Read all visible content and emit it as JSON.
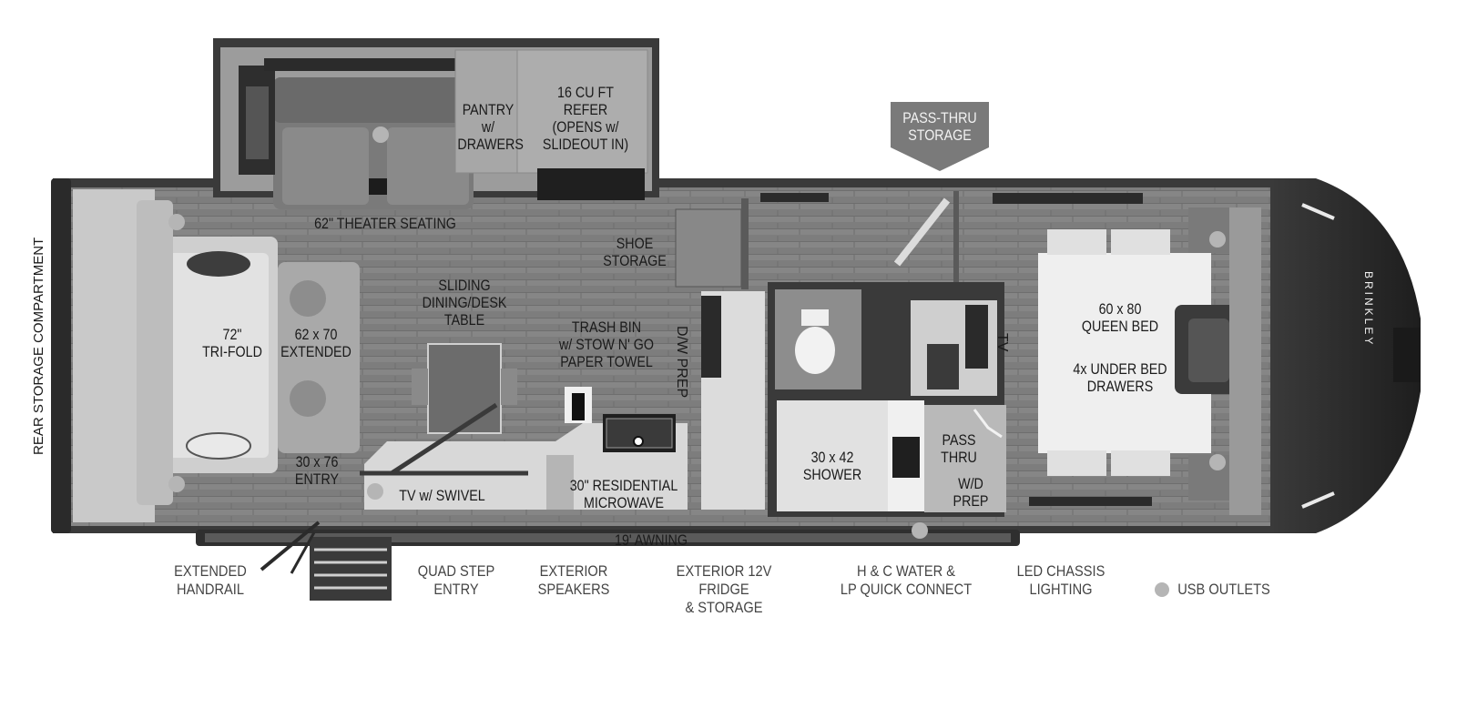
{
  "labels": {
    "theater_seating": "62\" THEATER SEATING",
    "pantry": "PANTRY\nw/\nDRAWERS",
    "refer": "16 CU FT\nREFER\n(OPENS w/\nSLIDEOUT IN)",
    "pass_thru_storage": "PASS-THRU\nSTORAGE",
    "rear_storage": "REAR STORAGE COMPARTMENT",
    "trifold": "72\"\nTRI-FOLD",
    "extended": "62 x 70\nEXTENDED",
    "dining": "SLIDING\nDINING/DESK\nTABLE",
    "shoe_storage": "SHOE\nSTORAGE",
    "trash_bin": "TRASH BIN\nw/ STOW N' GO\nPAPER TOWEL",
    "dw_prep": "D/W PREP",
    "entry": "30 x 76\nENTRY",
    "tv_swivel": "TV w/ SWIVEL",
    "microwave": "30\" RESIDENTIAL\nMICROWAVE",
    "shower": "30 x 42\nSHOWER",
    "pass_thru": "PASS\nTHRU",
    "wd_prep": "W/D\nPREP",
    "tv": "TV",
    "queen_bed": "60 x 80\nQUEEN BED",
    "under_bed": "4x UNDER BED\nDRAWERS",
    "awning": "19' AWNING",
    "brand": "BRINKLEY"
  },
  "callouts": {
    "handrail": "EXTENDED\nHANDRAIL",
    "quad_step": "QUAD STEP\nENTRY",
    "speakers": "EXTERIOR\nSPEAKERS",
    "fridge": "EXTERIOR 12V FRIDGE\n& STORAGE",
    "water": "H & C WATER &\nLP QUICK CONNECT",
    "chassis": "LED CHASSIS\nLIGHTING",
    "usb": "USB OUTLETS"
  },
  "colors": {
    "wall": "#3a3a3a",
    "floor": "#8a8a8a",
    "usb": "#b5b5b5"
  }
}
